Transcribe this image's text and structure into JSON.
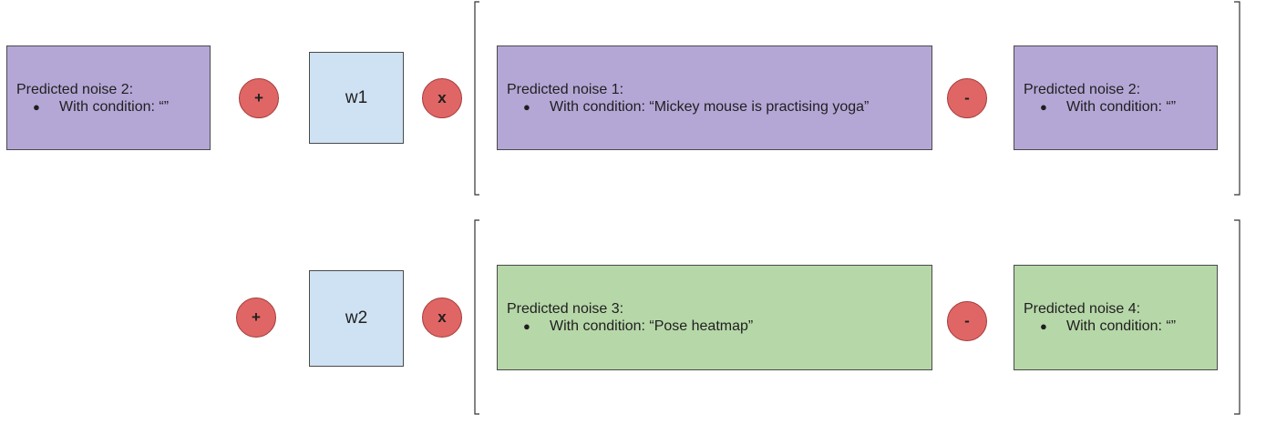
{
  "row1": {
    "left_box": {
      "title": "Predicted noise 2:",
      "bullet": "With condition: “”"
    },
    "plus_op": "+",
    "weight": "w1",
    "times_op": "x",
    "bracket_box_a": {
      "title": "Predicted noise 1:",
      "bullet": "With condition: “Mickey mouse is practising yoga”"
    },
    "minus_op": "-",
    "bracket_box_b": {
      "title": "Predicted noise 2:",
      "bullet": "With condition: “”"
    }
  },
  "row2": {
    "plus_op": "+",
    "weight": "w2",
    "times_op": "x",
    "bracket_box_a": {
      "title": "Predicted noise 3:",
      "bullet": "With condition: “Pose heatmap”"
    },
    "minus_op": "-",
    "bracket_box_b": {
      "title": "Predicted noise 4:",
      "bullet": "With condition: “”"
    }
  },
  "bullet_glyph": "●",
  "colors": {
    "purple_fill": "#b4a7d6",
    "green_fill": "#b6d7a8",
    "weight_fill": "#cfe2f3",
    "operator_fill": "#e06666"
  }
}
